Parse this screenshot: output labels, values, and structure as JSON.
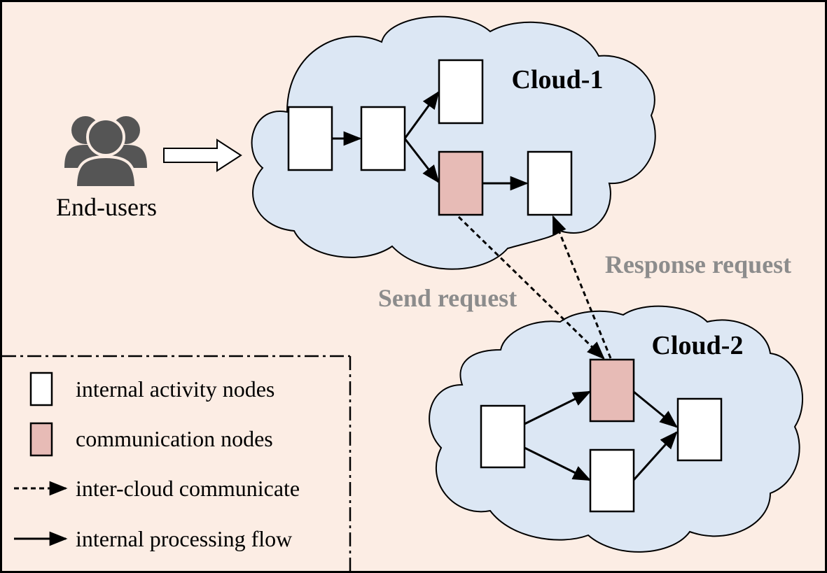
{
  "users": {
    "label": "End-users",
    "icon": "users-group-icon"
  },
  "clouds": [
    {
      "title": "Cloud-1"
    },
    {
      "title": "Cloud-2"
    }
  ],
  "requests": {
    "send": "Send request",
    "response": "Response request"
  },
  "legend": {
    "items": [
      {
        "symbol": "white-box",
        "label": "internal activity nodes"
      },
      {
        "symbol": "pink-box",
        "label": "communication nodes"
      },
      {
        "symbol": "dashed-arrow",
        "label": "inter-cloud communicate"
      },
      {
        "symbol": "solid-arrow",
        "label": "internal processing flow"
      }
    ]
  },
  "colors": {
    "background": "#fcede4",
    "cloud_fill": "#dce7f4",
    "communication_node": "#e7bbb6",
    "activity_node": "#ffffff",
    "request_label": "#8c8c8c",
    "stroke": "#000000"
  }
}
